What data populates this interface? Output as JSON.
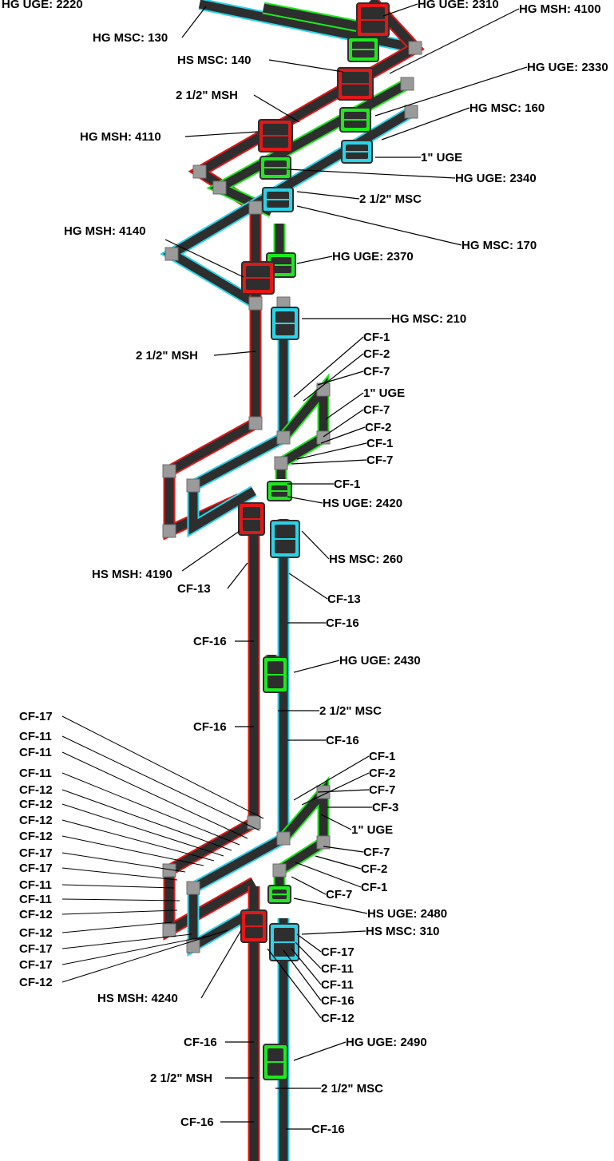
{
  "colors": {
    "pipe_dark": "#2e2e2e",
    "msh_red": "#e01818",
    "msc_cyan": "#29d3e8",
    "uge_green": "#1ee81e",
    "fitting_gray": "#9a9a9a",
    "leader": "#000000"
  },
  "labels": {
    "hg_uge_2220": "HG UGE: 2220",
    "hg_uge_2310": "HG UGE: 2310",
    "hg_msh_4100": "HG MSH: 4100",
    "hg_msc_130": "HG MSC: 130",
    "hs_msc_140": "HS MSC: 140",
    "hg_uge_2330": "HG UGE: 2330",
    "msh_size_1": "2 1/2\" MSH",
    "hg_msc_160": "HG MSC: 160",
    "hg_msh_4110": "HG MSH: 4110",
    "uge_size_1": "1\" UGE",
    "hg_uge_2340": "HG UGE: 2340",
    "msc_size_1": "2 1/2\" MSC",
    "hg_msh_4140": "HG MSH: 4140",
    "hg_msc_170": "HG MSC: 170",
    "hg_uge_2370": "HG UGE: 2370",
    "hg_msc_210": "HG MSC: 210",
    "msh_size_2": "2 1/2\" MSH",
    "cf1_a": "CF-1",
    "cf2_a": "CF-2",
    "cf7_a": "CF-7",
    "uge_size_2": "1\" UGE",
    "cf7_b": "CF-7",
    "cf2_b": "CF-2",
    "cf1_b": "CF-1",
    "cf7_c": "CF-7",
    "cf1_c": "CF-1",
    "hs_uge_2420": "HS UGE: 2420",
    "hs_msc_260": "HS MSC: 260",
    "hs_msh_4190": "HS MSH: 4190",
    "cf13_a": "CF-13",
    "cf13_b": "CF-13",
    "cf16_a": "CF-16",
    "cf16_b": "CF-16",
    "hg_uge_2430": "HG UGE: 2430",
    "msc_size_2": "2 1/2\" MSC",
    "cf16_c": "CF-16",
    "cf16_d": "CF-16",
    "left_stack": [
      "CF-17",
      "CF-11",
      "CF-11",
      "CF-11",
      "CF-12",
      "CF-12",
      "CF-12",
      "CF-12",
      "CF-17",
      "CF-17",
      "CF-11",
      "CF-11",
      "CF-12",
      "CF-12",
      "CF-17",
      "CF-17",
      "CF-12"
    ],
    "cf1_d": "CF-1",
    "cf2_d": "CF-2",
    "cf7_d": "CF-7",
    "cf3": "CF-3",
    "uge_size_3": "1\" UGE",
    "cf7_e": "CF-7",
    "cf2_e": "CF-2",
    "cf1_e": "CF-1",
    "cf7_f": "CF-7",
    "hs_uge_2480": "HS UGE: 2480",
    "hs_msc_310": "HS MSC: 310",
    "cf17_r": "CF-17",
    "cf11_r1": "CF-11",
    "cf11_r2": "CF-11",
    "cf16_r": "CF-16",
    "cf12_r": "CF-12",
    "hs_msh_4240": "HS MSH: 4240",
    "cf16_e": "CF-16",
    "hg_uge_2490": "HG UGE: 2490",
    "msh_size_3": "2 1/2\" MSH",
    "msc_size_3": "2 1/2\" MSC",
    "cf16_f": "CF-16",
    "cf16_g": "CF-16"
  }
}
